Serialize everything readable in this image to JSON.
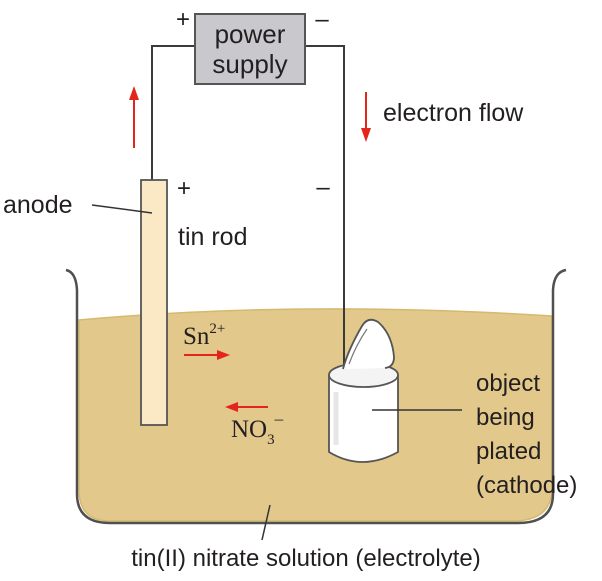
{
  "power_supply": {
    "line1": "power",
    "line2": "supply",
    "plus": "+",
    "minus": "–"
  },
  "labels": {
    "electron_flow": "electron flow",
    "anode": "anode",
    "anode_plus": "+",
    "cathode_minus": "–",
    "tin_rod": "tin rod",
    "object_line1": "object",
    "object_line2": "being",
    "object_line3": "plated",
    "object_line4": "(cathode)",
    "solution": "tin(II) nitrate solution (electrolyte)"
  },
  "ions": {
    "sn_base": "Sn",
    "sn_charge": "2+",
    "no3_base": "NO",
    "no3_sub": "3",
    "no3_charge": "–"
  },
  "colors": {
    "electrolyte": "#e2c88b",
    "electrolyte_edge": "#d6b96f",
    "rod_fill": "#fbe8c4",
    "power_fill": "#c9c9cd",
    "arrow": "#e4251c",
    "wire": "#3a3a3a"
  }
}
